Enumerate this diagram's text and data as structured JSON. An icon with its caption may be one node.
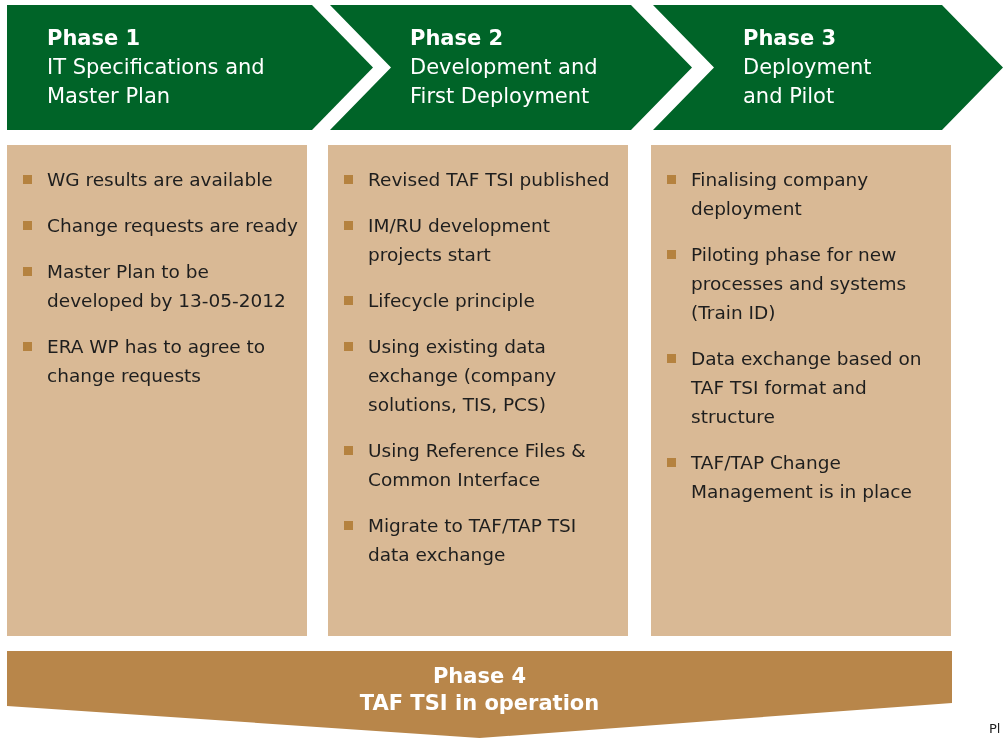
{
  "diagram": {
    "nodes": [
      {
        "text": [
          "Phase 1",
          "IT Specifications and Master Plan"
        ]
      },
      {
        "text": [
          "Phase 2",
          "Development and First Deployment"
        ]
      },
      {
        "text": [
          "Phase 3",
          "Deployment and Pilot"
        ]
      },
      {
        "text": [
          "WG results are available",
          "Change requests are ready",
          "Master Plan to be developed by 13-05-2012",
          "ERA WP has to agree to change requests"
        ]
      },
      {
        "text": [
          "Revised TAF TSI published",
          "IM/RU development projects start",
          "Lifecycle principle",
          "Using existing data exchange (company solutions, TIS, PCS)",
          "Using Reference Files & Common Interface",
          "Migrate to TAF/TAP TSI data exchange"
        ]
      },
      {
        "text": [
          "Finalising company deployment",
          "Piloting phase for new processes and systems (Train ID)",
          "Data exchange based on TAF TSI format and structure",
          "TAF/TAP Change Management is in place"
        ]
      },
      {
        "text": [
          "Phase 4",
          "TAF TSI in operation"
        ]
      }
    ],
    "labels": [
      "Pl"
    ]
  }
}
